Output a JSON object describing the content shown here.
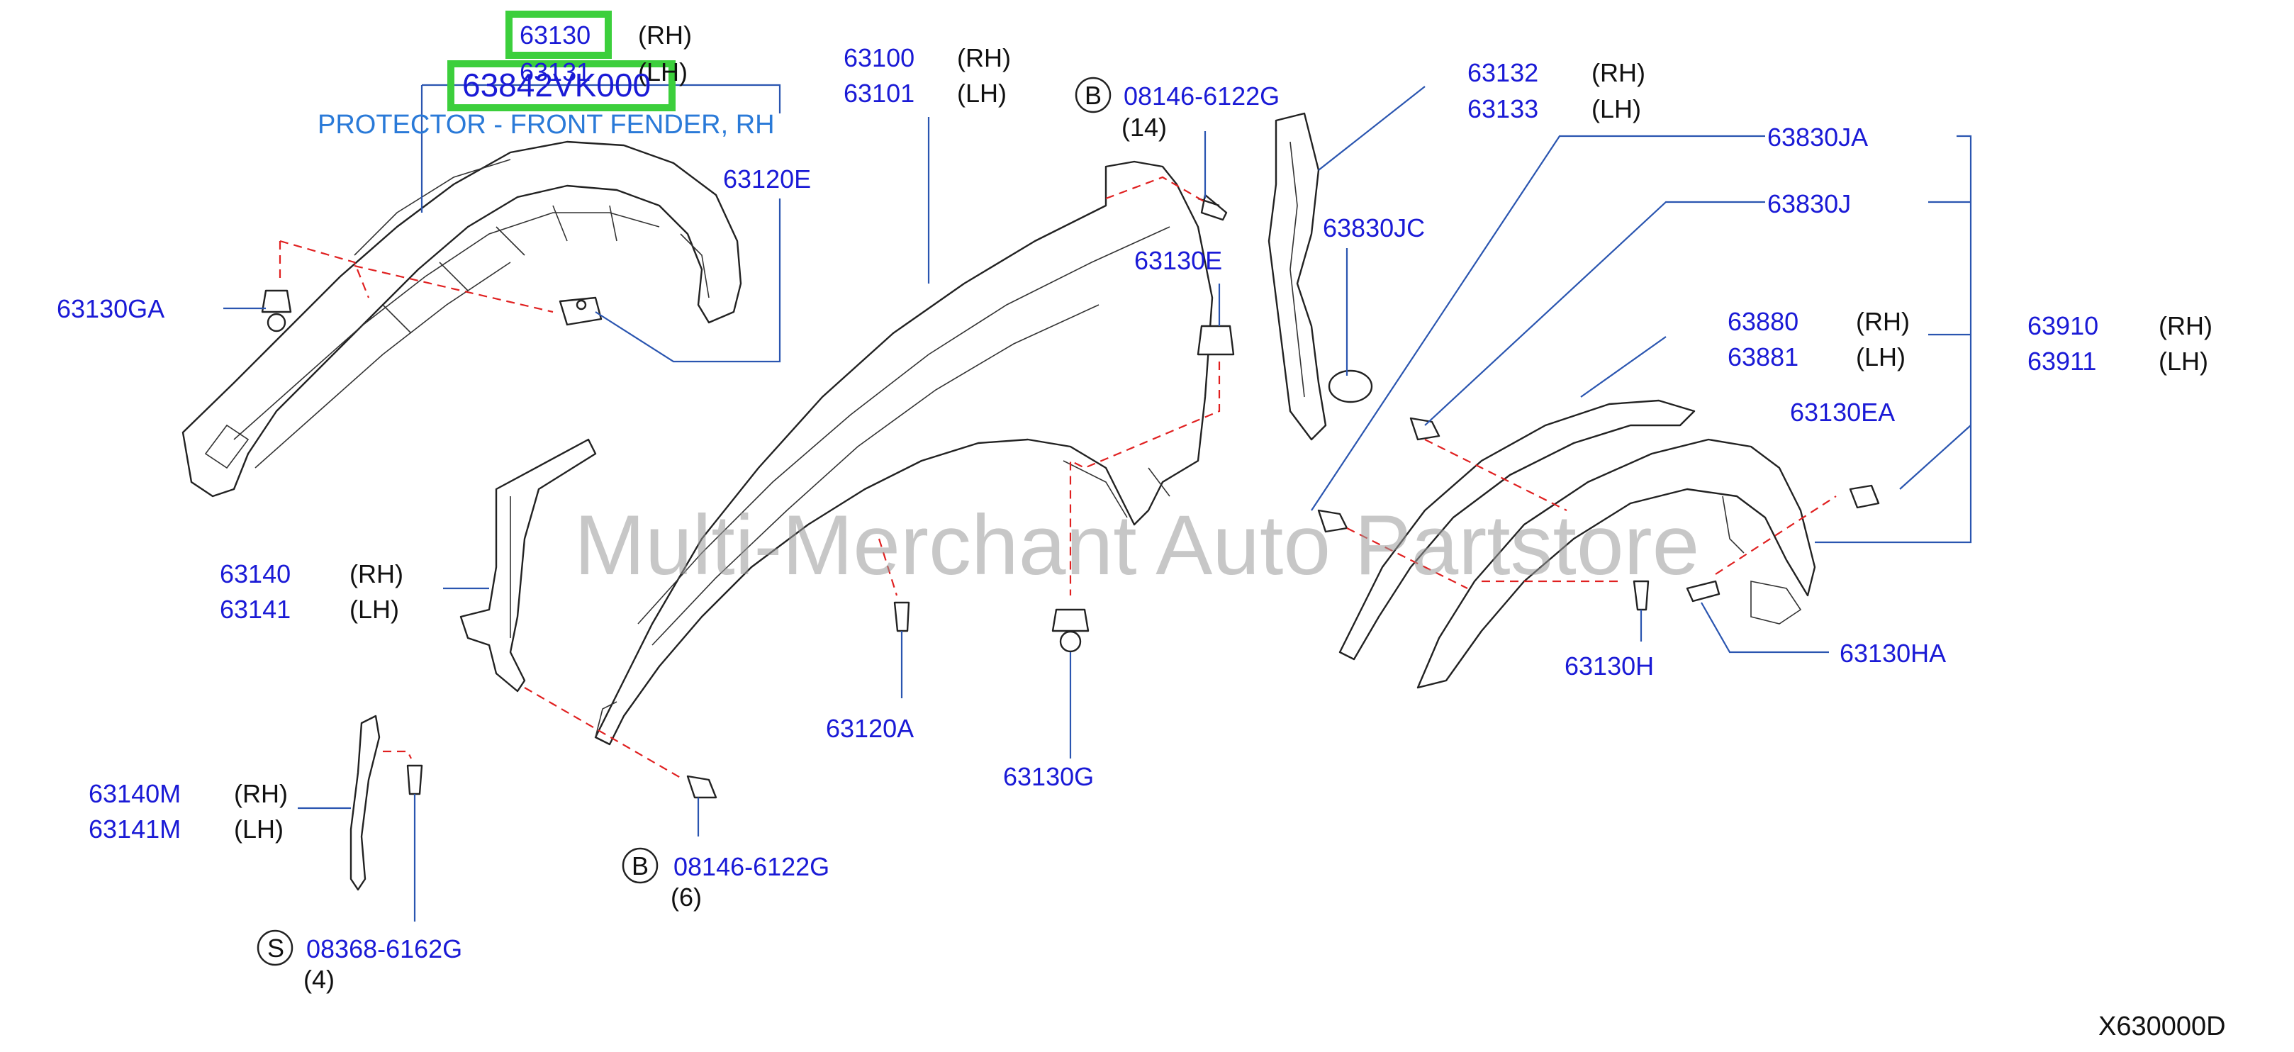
{
  "labels": {
    "p63130": "63130",
    "p63130_side": "(RH)",
    "p63131": "63131",
    "p63131_side": "(LH)",
    "highlight_part": "63842VK000",
    "protector": "PROTECTOR - FRONT FENDER, RH",
    "p63100": "63100",
    "p63100_side": "(RH)",
    "p63101": "63101",
    "p63101_side": "(LH)",
    "b_top": "B",
    "b_top_part": "08146-6122G",
    "b_top_qty": "(14)",
    "p63132": "63132",
    "p63132_side": "(RH)",
    "p63133": "63133",
    "p63133_side": "(LH)",
    "p63830JA": "63830JA",
    "p63830J": "63830J",
    "p63120E": "63120E",
    "p63830JC": "63830JC",
    "p63130E": "63130E",
    "p63130GA": "63130GA",
    "p63880": "63880",
    "p63880_side": "(RH)",
    "p63881": "63881",
    "p63881_side": "(LH)",
    "p63910": "63910",
    "p63910_side": "(RH)",
    "p63911": "63911",
    "p63911_side": "(LH)",
    "p63130EA": "63130EA",
    "p63140": "63140",
    "p63140_side": "(RH)",
    "p63141": "63141",
    "p63141_side": "(LH)",
    "p63130H": "63130H",
    "p63130HA": "63130HA",
    "p63120A": "63120A",
    "p63130G": "63130G",
    "p63140M": "63140M",
    "p63140M_side": "(RH)",
    "p63141M": "63141M",
    "p63141M_side": "(LH)",
    "b_bot": "B",
    "b_bot_part": "08146-6122G",
    "b_bot_qty": "(6)",
    "s_bot": "S",
    "s_bot_part": "08368-6162G",
    "s_bot_qty": "(4)",
    "watermark": "Multi-Merchant Auto Partstore",
    "diagram_code": "X630000D"
  },
  "colors": {
    "part_number": "#1a1ad6",
    "highlight_box": "#3ccf3c",
    "leader": "#2a55b0",
    "dashed_guide": "#e02020",
    "protector_text": "#2a7ad8"
  }
}
